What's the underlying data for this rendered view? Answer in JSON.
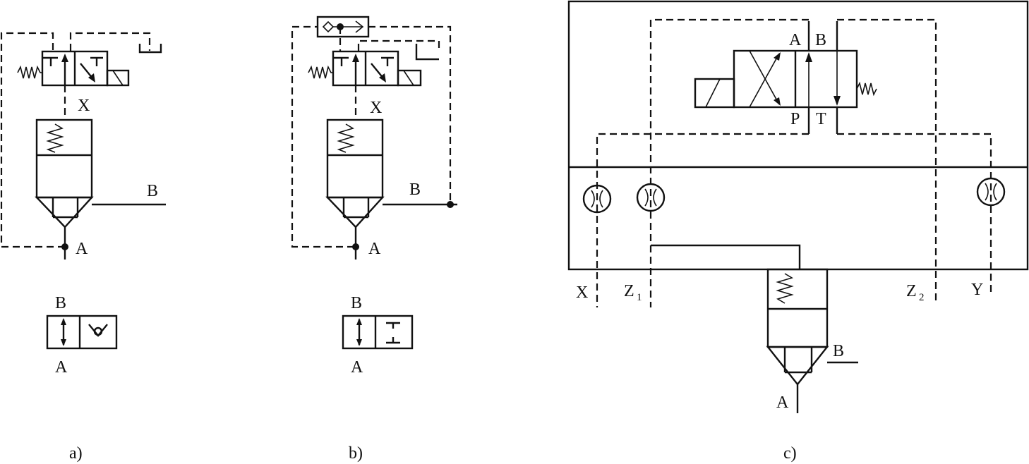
{
  "panel_a": {
    "caption": "a)",
    "label_x": "X",
    "label_b": "B",
    "label_a": "A",
    "symbol_b": "B",
    "symbol_a": "A"
  },
  "panel_b": {
    "caption": "b)",
    "label_x": "X",
    "label_b": "B",
    "label_a": "A",
    "symbol_b": "B",
    "symbol_a": "A"
  },
  "panel_c": {
    "caption": "c)",
    "valve_a": "A",
    "valve_b": "B",
    "valve_p": "P",
    "valve_t": "T",
    "port_x": "X",
    "port_z1": "Z",
    "port_z1_sub": "1",
    "port_z2": "Z",
    "port_z2_sub": "2",
    "port_y": "Y",
    "cart_b": "B",
    "cart_a": "A"
  }
}
